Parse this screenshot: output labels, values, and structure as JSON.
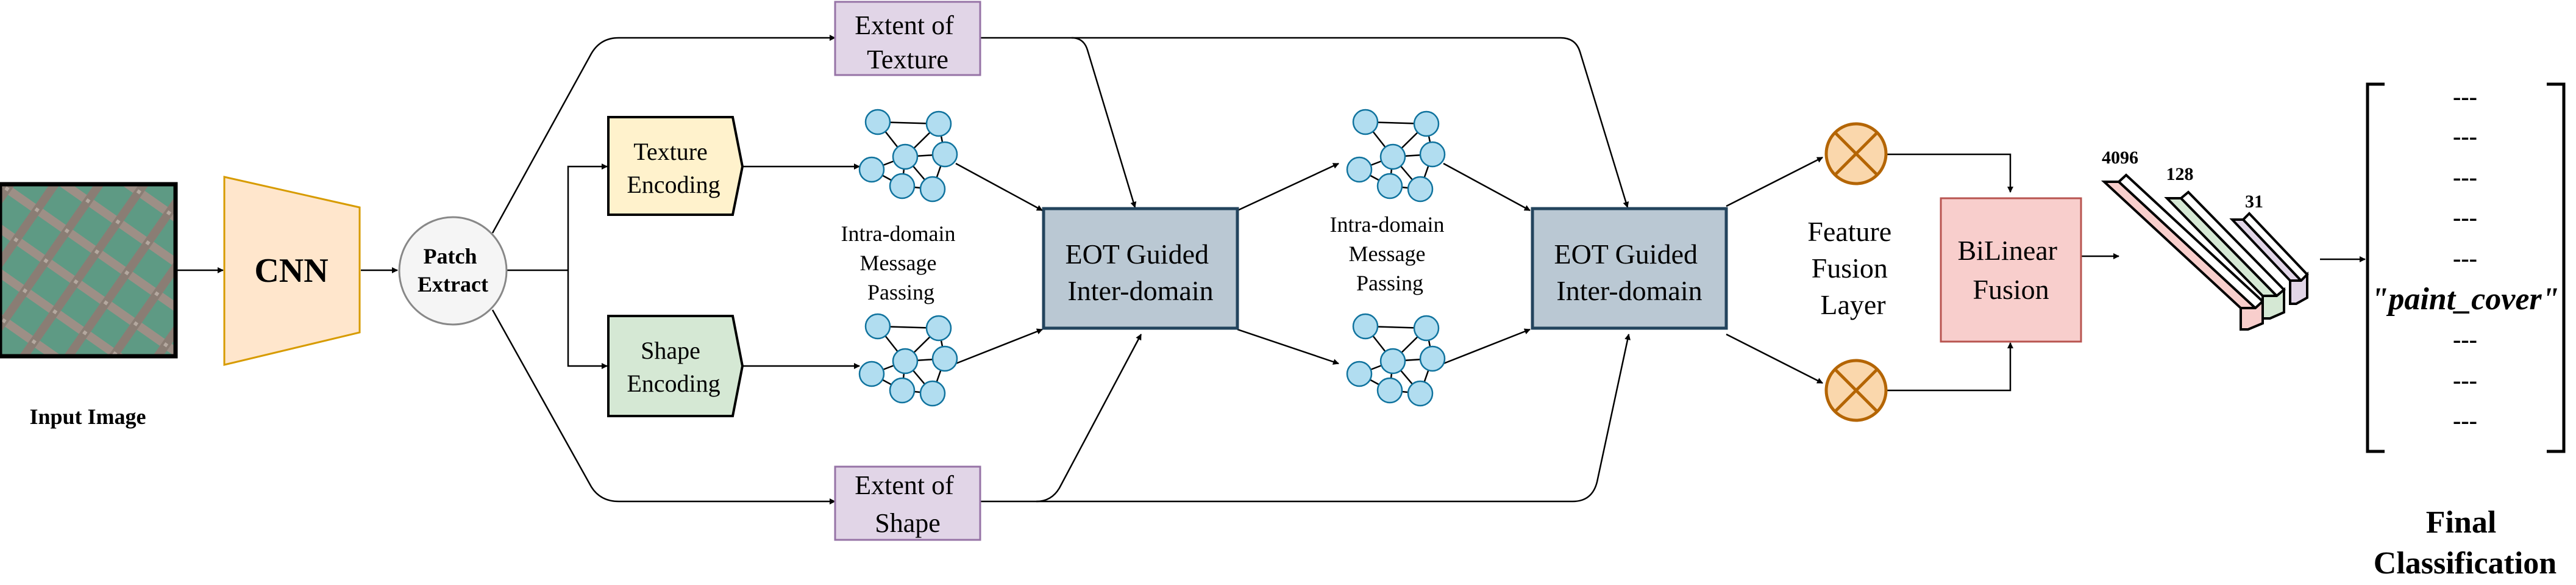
{
  "input_image": {
    "label": "Input Image",
    "icon": "green-wire-mesh-photo"
  },
  "cnn": {
    "label": "CNN",
    "color": "#ffe6cc"
  },
  "patch_extract": {
    "line1": "Patch",
    "line2": "Extract",
    "color": "#f5f5f5"
  },
  "texture_encoding": {
    "line1": "Texture",
    "line2": "Encoding",
    "color": "#fff2cc"
  },
  "shape_encoding": {
    "line1": "Shape",
    "line2": "Encoding",
    "color": "#d5e8d4"
  },
  "extent_texture": {
    "line1": "Extent of",
    "line2": "Texture",
    "color": "#e1d5e7"
  },
  "extent_shape": {
    "line1": "Extent of",
    "line2": "Shape",
    "color": "#e1d5e7"
  },
  "message_passing_1": {
    "line1": "Intra-domain",
    "line2": "Message",
    "line3": "Passing"
  },
  "message_passing_2": {
    "line1": "Intra-domain",
    "line2": "Message",
    "line3": "Passing"
  },
  "eot_1": {
    "line1": "EOT Guided",
    "line2": "Inter-domain",
    "color": "#bac8d3"
  },
  "eot_2": {
    "line1": "EOT Guided",
    "line2": "Inter-domain",
    "color": "#bac8d3"
  },
  "graph_node_color": "#b1ddf0",
  "fusion_node_color": "#fad7ac",
  "feature_fusion": {
    "line1": "Feature",
    "line2": "Fusion",
    "line3": "Layer"
  },
  "bilinear": {
    "line1": "BiLinear",
    "line2": "Fusion",
    "color": "#f8cecc"
  },
  "fc_layers": [
    {
      "label": "4096",
      "color": "#f8cecc"
    },
    {
      "label": "128",
      "color": "#d5e8d4"
    },
    {
      "label": "31",
      "color": "#e1d5e7"
    }
  ],
  "output": {
    "dashes": [
      "---",
      "---",
      "---",
      "---",
      "---",
      "---",
      "---",
      "---"
    ],
    "predicted": "\"paint_cover\""
  },
  "final_classification": {
    "line1": "Final",
    "line2": "Classification"
  }
}
